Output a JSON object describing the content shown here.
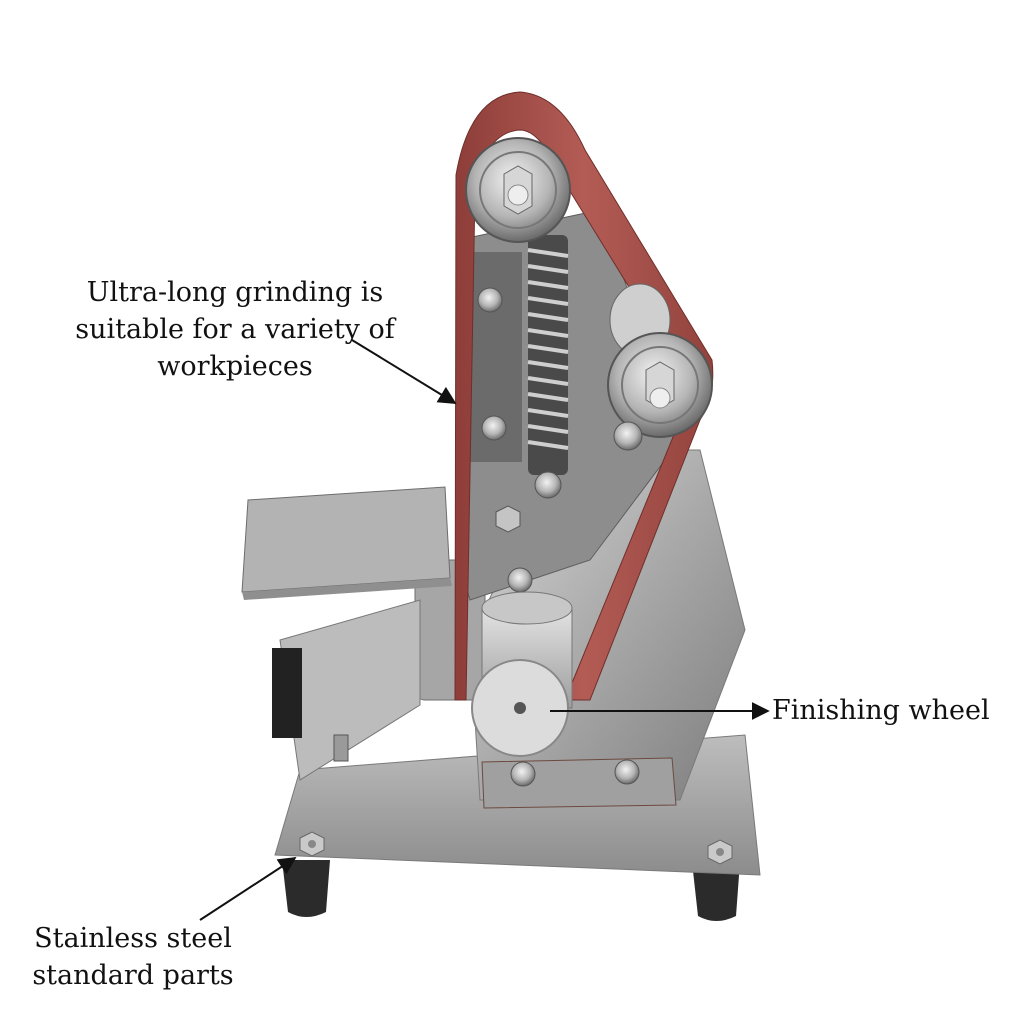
{
  "image": {
    "subject": "Mini belt grinder / sander with red sanding belt on stainless steel base",
    "background_color": "#ffffff",
    "belt_color": "#a8514c"
  },
  "callouts": [
    {
      "id": "ultra-long-grinding",
      "lines": [
        "Ultra-long grinding is",
        "suitable for a variety of",
        "workpieces"
      ]
    },
    {
      "id": "finishing-wheel",
      "lines": [
        "Finishing wheel"
      ]
    },
    {
      "id": "stainless-steel-parts",
      "lines": [
        "Stainless steel",
        "standard parts"
      ]
    }
  ]
}
